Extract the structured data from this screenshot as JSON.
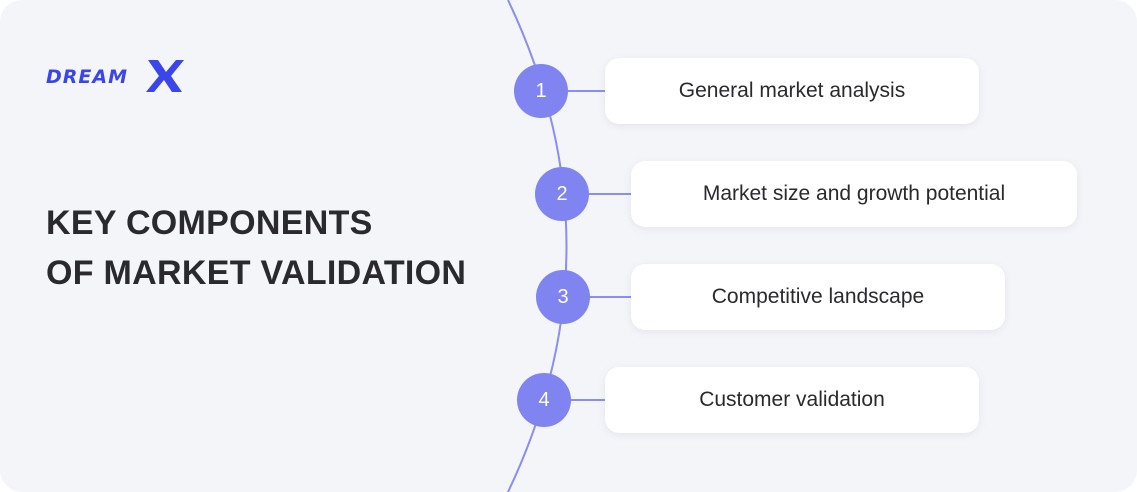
{
  "logo": {
    "text": "DREAM",
    "mark": "X",
    "color": "#3a45ea",
    "icon": "x-logo-icon"
  },
  "title": {
    "line1": "KEY COMPONENTS",
    "line2": "OF MARKET VALIDATION"
  },
  "colors": {
    "node": "#7f84f1",
    "arc": "#8a8ef0",
    "background": "#f4f5f9",
    "card": "#ffffff",
    "text": "#2a2a2e"
  },
  "steps": [
    {
      "number": "1",
      "label": "General market analysis"
    },
    {
      "number": "2",
      "label": "Market size and growth potential"
    },
    {
      "number": "3",
      "label": "Competitive landscape"
    },
    {
      "number": "4",
      "label": "Customer validation"
    }
  ]
}
